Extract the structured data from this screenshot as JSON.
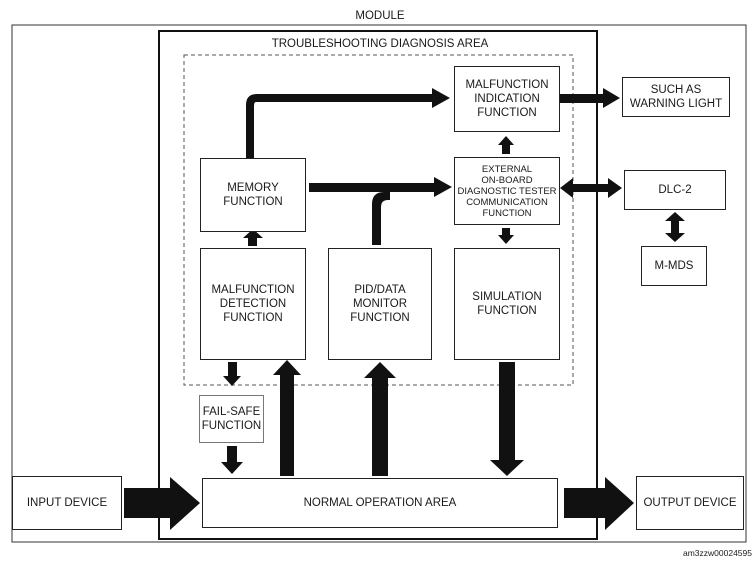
{
  "labels": {
    "module": "MODULE",
    "area": "TROUBLESHOOTING DIAGNOSIS AREA",
    "memory": "MEMORY\nFUNCTION",
    "malfunction_indication": "MALFUNCTION\nINDICATION\nFUNCTION",
    "external_tester": "EXTERNAL\nON-BOARD\nDIAGNOSTIC TESTER\nCOMMUNICATION\nFUNCTION",
    "malfunction_detection": "MALFUNCTION\nDETECTION\nFUNCTION",
    "pid_data": "PID/DATA\nMONITOR\nFUNCTION",
    "simulation": "SIMULATION\nFUNCTION",
    "fail_safe": "FAIL-SAFE\nFUNCTION",
    "normal_operation": "NORMAL OPERATION AREA",
    "input_device": "INPUT DEVICE",
    "output_device": "OUTPUT DEVICE",
    "warning_light": "SUCH AS\nWARNING LIGHT",
    "dlc2": "DLC-2",
    "mmds": "M-MDS",
    "figure_id": "am3zzw00024595"
  }
}
